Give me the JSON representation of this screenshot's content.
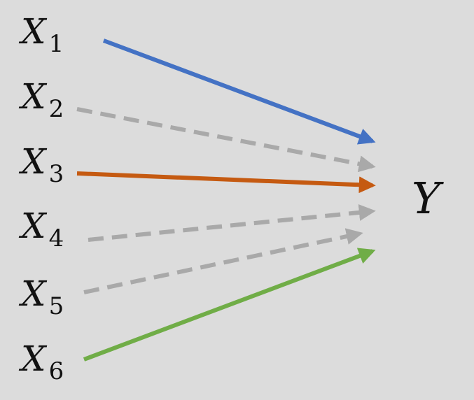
{
  "inputs": [
    {
      "letter": "X",
      "sub": "1",
      "color": "#4472c4",
      "style": "solid"
    },
    {
      "letter": "X",
      "sub": "2",
      "color": "#a9a9a9",
      "style": "dashed"
    },
    {
      "letter": "X",
      "sub": "3",
      "color": "#c55a11",
      "style": "solid"
    },
    {
      "letter": "X",
      "sub": "4",
      "color": "#a9a9a9",
      "style": "dashed"
    },
    {
      "letter": "X",
      "sub": "5",
      "color": "#a9a9a9",
      "style": "dashed"
    },
    {
      "letter": "X",
      "sub": "6",
      "color": "#70ad47",
      "style": "solid"
    }
  ],
  "target": {
    "label": "Y"
  },
  "background": "#dcdcdc"
}
